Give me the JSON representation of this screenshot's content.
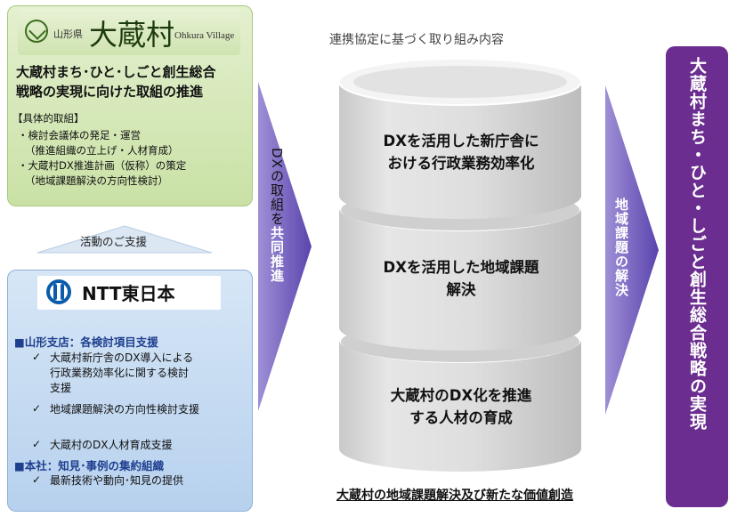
{
  "logo": {
    "prefecture": "山形県",
    "village": "大蔵村",
    "village_en": "Ohkura Village"
  },
  "goal_panel": {
    "title_line1": "大蔵村まち･ひと･しごと創生総合",
    "title_line2": "戦略の実現に向けた取組の推進",
    "section_label": "【具体的取組】",
    "items": [
      "・検討会議体の発足・運営",
      "（推進組織の立上げ・人材育成）",
      "・大蔵村DX推進計画（仮称）の策定",
      "（地域課題解決の方向性検討）"
    ]
  },
  "support_label": "活動のご支援",
  "ntt_panel": {
    "company": "NTT東日本",
    "branch_heading": "■山形支店：各検討項目支援",
    "branch_items": [
      [
        "大蔵村新庁舎のDX導入による",
        "行政業務効率化に関する検討",
        "支援"
      ],
      [
        "地域課題解決の方向性検討支援"
      ],
      [
        "大蔵村のDX人材育成支援"
      ]
    ],
    "hq_heading": "■本社：知見･事例の集約組織",
    "hq_items": [
      [
        "最新技術や動向･知見の提供"
      ]
    ]
  },
  "arrow_left": {
    "part1": "DXの取組を",
    "part2": "共同推進"
  },
  "center": {
    "title": "連携協定に基づく取り組み内容",
    "discs": [
      {
        "line1": "DXを活用した新庁舎に",
        "line2": "おける行政業務効率化"
      },
      {
        "line1": "DXを活用した地域課題",
        "line2": "解決"
      },
      {
        "line1": "大蔵村のDX化を推進",
        "line2": "する人材の育成"
      }
    ],
    "bottom_title": "大蔵村の地域課題解決及び新たな価値創造"
  },
  "arrow_right": {
    "text": "地域課題の解決"
  },
  "result": {
    "text": "大蔵村まち・ひと・しごと創生総合戦略の実現"
  },
  "colors": {
    "green_panel": "#c9e1a5",
    "blue_panel": "#b7d1ee",
    "arrow_purple": "#6b53b8",
    "result_purple": "#6b2d8f",
    "heading_blue": "#1f3f8f"
  }
}
